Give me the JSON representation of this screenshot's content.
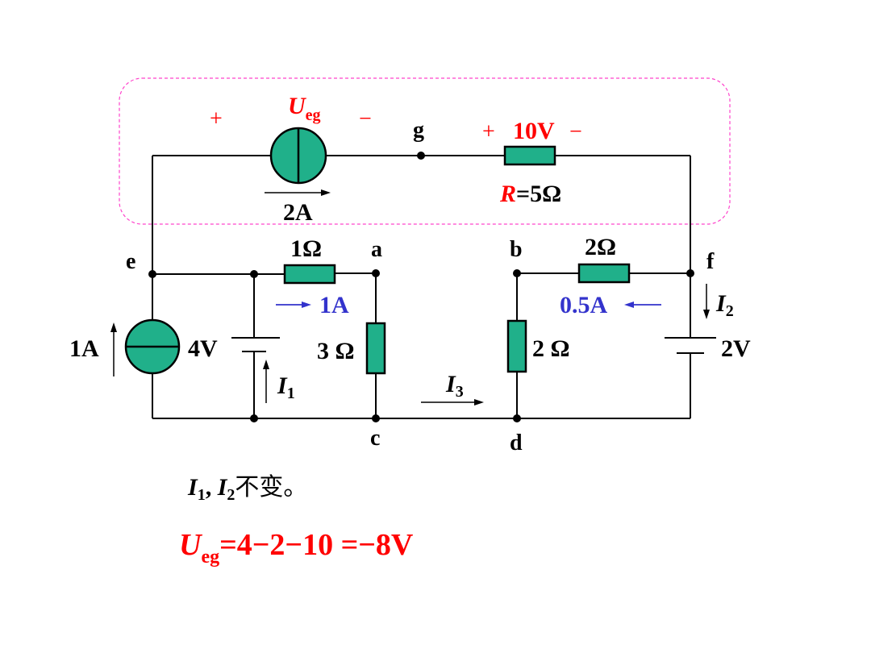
{
  "colors": {
    "component_fill": "#20b08a",
    "highlight_red": "#ff0000",
    "current_blue": "#3333cc",
    "dashed_box": "#ff44cc"
  },
  "nodes": {
    "e": "e",
    "a": "a",
    "b": "b",
    "f": "f",
    "g": "g",
    "c": "c",
    "d": "d"
  },
  "top_branch": {
    "plus_left": "+",
    "voltage_U": "U",
    "voltage_sub": "eg",
    "minus_left": "−",
    "plus_right": "+",
    "voltage_10V": "10V",
    "minus_right": "−",
    "source_current": "2A",
    "resistor_R_symbol": "R",
    "resistor_R_value": "=5Ω"
  },
  "components": {
    "r_ea": "1Ω",
    "r_bf": "2Ω",
    "r_ac": "3 Ω",
    "r_bd": "2 Ω",
    "current_source_left": "1A",
    "battery_left": "4V",
    "battery_right": "2V"
  },
  "currents": {
    "i_ea": "1A",
    "i_fb": "0.5A",
    "I1": "I",
    "I1_sub": "1",
    "I2": "I",
    "I2_sub": "2",
    "I3": "I",
    "I3_sub": "3"
  },
  "notes": {
    "line1_a": "I",
    "line1_a_sub": "1",
    "line1_sep": ", ",
    "line1_b": "I",
    "line1_b_sub": "2",
    "line1_text": "不变。",
    "eq_U": "U",
    "eq_sub": "eg",
    "eq_rest": "=4−2−10 =−8V"
  }
}
